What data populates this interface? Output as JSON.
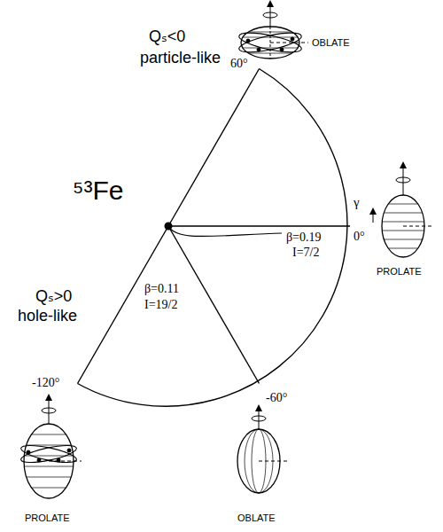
{
  "diagram": {
    "labels": [
      "Qₛ<0",
      "particle-like",
      "OBLATE",
      "60°",
      "⁵³Fe",
      "γ",
      "0°",
      "β=0.19",
      "I=7/2",
      "PROLATE",
      "β=0.11",
      "I=19/2",
      "Qₛ>0",
      "hole-like",
      "-120°",
      "-60°",
      "PROLATE",
      "OBLATE"
    ]
  }
}
